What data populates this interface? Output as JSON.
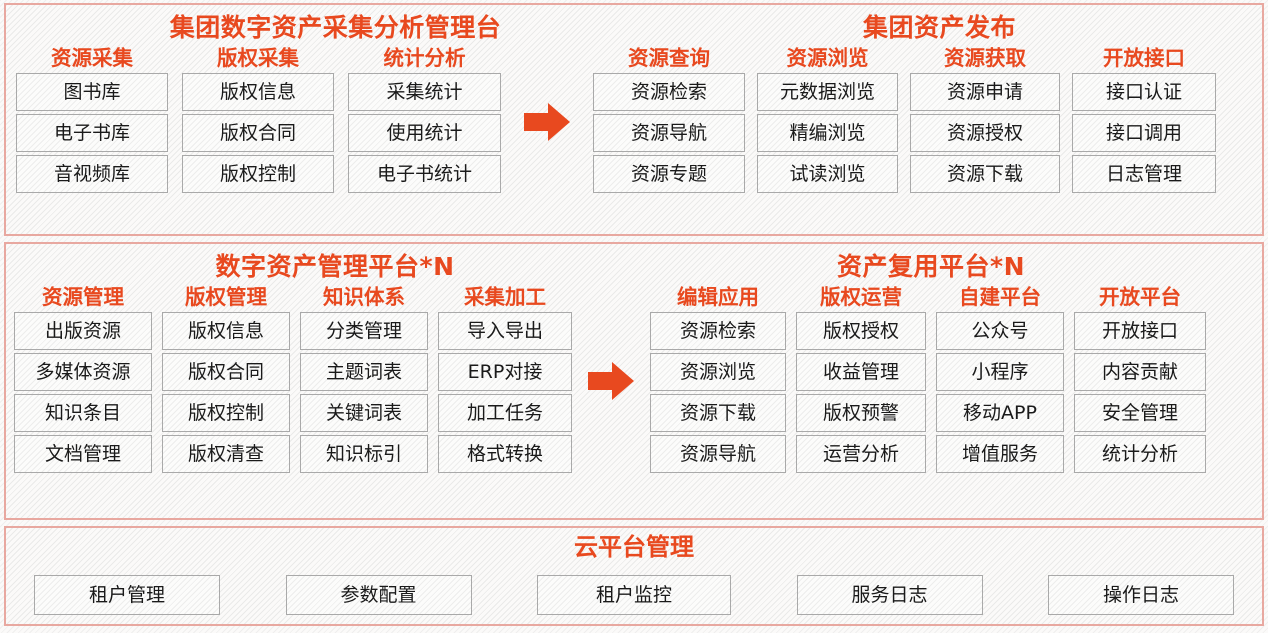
{
  "colors": {
    "accent": "#e8491f",
    "panel_border": "#e8a8a0",
    "box_border": "#a9a9a9",
    "arrow": "#e8491f",
    "background": "#fbfaf9"
  },
  "section1": {
    "left_title": "集团数字资产采集分析管理台",
    "right_title": "集团资产发布",
    "arrow_icon": "right-arrow-icon",
    "left_groups": [
      {
        "title": "资源采集",
        "items": [
          "图书库",
          "电子书库",
          "音视频库"
        ]
      },
      {
        "title": "版权采集",
        "items": [
          "版权信息",
          "版权合同",
          "版权控制"
        ]
      },
      {
        "title": "统计分析",
        "items": [
          "采集统计",
          "使用统计",
          "电子书统计"
        ]
      }
    ],
    "right_groups": [
      {
        "title": "资源查询",
        "items": [
          "资源检索",
          "资源导航",
          "资源专题"
        ]
      },
      {
        "title": "资源浏览",
        "items": [
          "元数据浏览",
          "精编浏览",
          "试读浏览"
        ]
      },
      {
        "title": "资源获取",
        "items": [
          "资源申请",
          "资源授权",
          "资源下载"
        ]
      },
      {
        "title": "开放接口",
        "items": [
          "接口认证",
          "接口调用",
          "日志管理"
        ]
      }
    ]
  },
  "section2": {
    "left_title": "数字资产管理平台*N",
    "right_title": "资产复用平台*N",
    "arrow_icon": "right-arrow-icon",
    "left_groups": [
      {
        "title": "资源管理",
        "items": [
          "出版资源",
          "多媒体资源",
          "知识条目",
          "文档管理"
        ]
      },
      {
        "title": "版权管理",
        "items": [
          "版权信息",
          "版权合同",
          "版权控制",
          "版权清查"
        ]
      },
      {
        "title": "知识体系",
        "items": [
          "分类管理",
          "主题词表",
          "关键词表",
          "知识标引"
        ]
      },
      {
        "title": "采集加工",
        "items": [
          "导入导出",
          "ERP对接",
          "加工任务",
          "格式转换"
        ]
      }
    ],
    "right_groups": [
      {
        "title": "编辑应用",
        "items": [
          "资源检索",
          "资源浏览",
          "资源下载",
          "资源导航"
        ]
      },
      {
        "title": "版权运营",
        "items": [
          "版权授权",
          "收益管理",
          "版权预警",
          "运营分析"
        ]
      },
      {
        "title": "自建平台",
        "items": [
          "公众号",
          "小程序",
          "移动APP",
          "增值服务"
        ]
      },
      {
        "title": "开放平台",
        "items": [
          "开放接口",
          "内容贡献",
          "安全管理",
          "统计分析"
        ]
      }
    ]
  },
  "section3": {
    "title": "云平台管理",
    "items": [
      "租户管理",
      "参数配置",
      "租户监控",
      "服务日志",
      "操作日志"
    ]
  }
}
